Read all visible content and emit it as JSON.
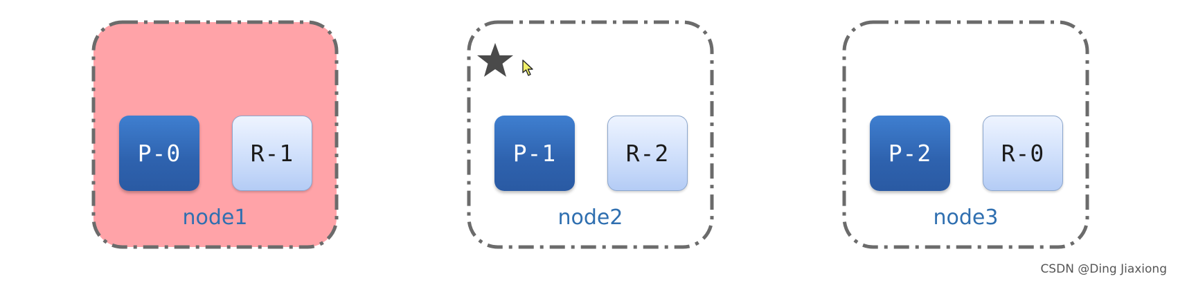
{
  "colors": {
    "node_failed_fill": "#ffa3a8",
    "node_border": "#6b6b6b",
    "primary_shard": "#2e62ae",
    "replica_shard": "#cfdffb",
    "label": "#2f6fb0",
    "star": "#4a4a4a"
  },
  "nodes": [
    {
      "label": "node1",
      "state": "failed",
      "primary": "P-0",
      "replica": "R-1"
    },
    {
      "label": "node2",
      "state": "master",
      "marker_icon": "star-icon",
      "primary": "P-1",
      "replica": "R-2"
    },
    {
      "label": "node3",
      "state": "normal",
      "primary": "P-2",
      "replica": "R-0"
    }
  ],
  "cursor_icon": "mouse-pointer-icon",
  "watermark": "CSDN @Ding Jiaxiong"
}
